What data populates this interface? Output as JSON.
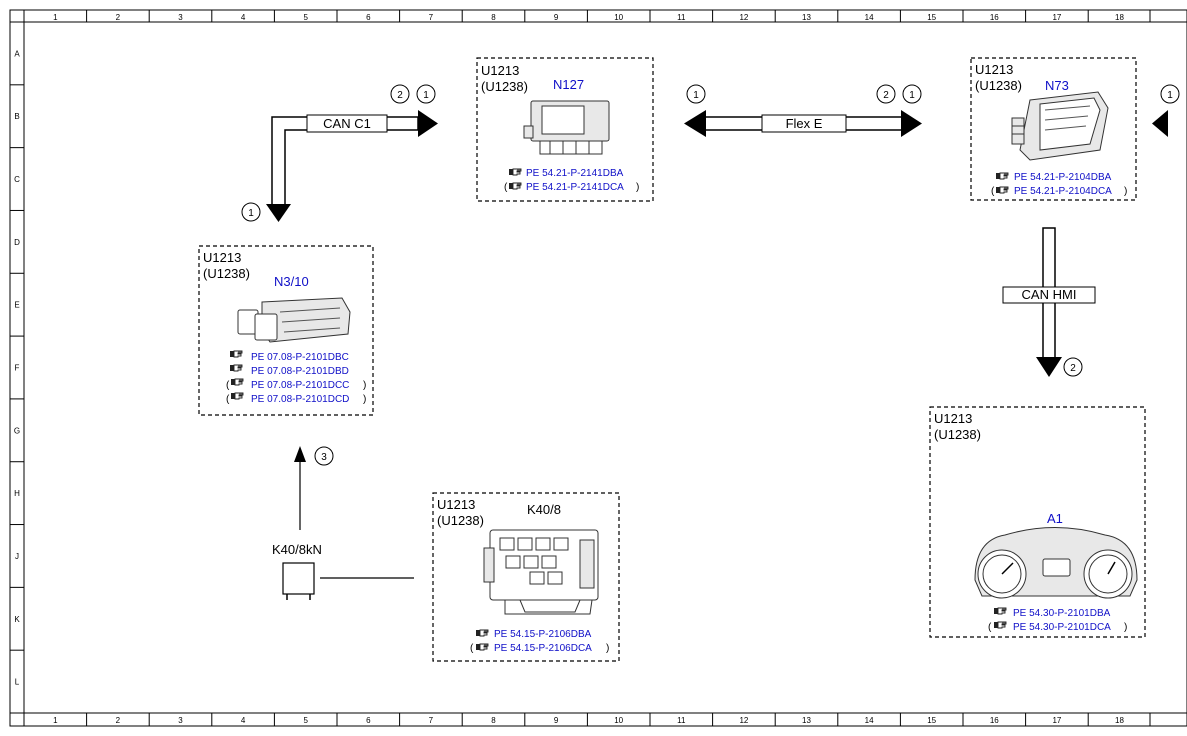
{
  "grid": {
    "columns": [
      "1",
      "2",
      "3",
      "4",
      "5",
      "6",
      "7",
      "8",
      "9",
      "10",
      "11",
      "12",
      "13",
      "14",
      "15",
      "16",
      "17",
      "18"
    ],
    "rows": [
      "A",
      "B",
      "C",
      "D",
      "E",
      "F",
      "G",
      "H",
      "J",
      "K",
      "L"
    ]
  },
  "colors": {
    "reference_blue": "#1010c8",
    "line": "#000000"
  },
  "components": {
    "n127": {
      "codes": [
        "U1213",
        "(U1238)"
      ],
      "name": "N127",
      "refs": [
        {
          "pre": "",
          "text": "PE 54.21-P-2141DBA",
          "post": ""
        },
        {
          "pre": "(",
          "text": "PE 54.21-P-2141DCA",
          "post": ")"
        }
      ],
      "icon": "control-unit-icon"
    },
    "n73": {
      "codes": [
        "U1213",
        "(U1238)"
      ],
      "name": "N73",
      "refs": [
        {
          "pre": "",
          "text": "PE 54.21-P-2104DBA",
          "post": ""
        },
        {
          "pre": "(",
          "text": "PE 54.21-P-2104DCA",
          "post": ")"
        }
      ],
      "icon": "ignition-switch-module-icon"
    },
    "n3_10": {
      "codes": [
        "U1213",
        "(U1238)"
      ],
      "name": "N3/10",
      "refs": [
        {
          "pre": "",
          "text": "PE 07.08-P-2101DBC",
          "post": ""
        },
        {
          "pre": "",
          "text": "PE 07.08-P-2101DBD",
          "post": ""
        },
        {
          "pre": "(",
          "text": "PE 07.08-P-2101DCC",
          "post": ")"
        },
        {
          "pre": "(",
          "text": "PE 07.08-P-2101DCD",
          "post": ")"
        }
      ],
      "icon": "engine-control-unit-icon"
    },
    "k40_8": {
      "codes": [
        "U1213",
        "(U1238)"
      ],
      "name": "K40/8",
      "refs": [
        {
          "pre": "",
          "text": "PE 54.15-P-2106DBA",
          "post": ""
        },
        {
          "pre": "(",
          "text": "PE 54.15-P-2106DCA",
          "post": ")"
        }
      ],
      "icon": "fuse-relay-box-icon"
    },
    "a1": {
      "codes": [
        "U1213",
        "(U1238)"
      ],
      "name": "A1",
      "refs": [
        {
          "pre": "",
          "text": "PE 54.30-P-2101DBA",
          "post": ""
        },
        {
          "pre": "(",
          "text": "PE 54.30-P-2101DCA",
          "post": ")"
        }
      ],
      "icon": "instrument-cluster-icon"
    }
  },
  "relay": {
    "name": "K40/8kN",
    "icon": "relay-icon"
  },
  "buses": {
    "can_c1": "CAN C1",
    "flex_e": "Flex E",
    "can_hmi": "CAN HMI"
  },
  "markers": {
    "can_c1_top": [
      "2",
      "1"
    ],
    "can_c1_bottom": "1",
    "flex_left": "1",
    "flex_right": [
      "2",
      "1"
    ],
    "right_edge": "1",
    "can_hmi": "2",
    "relay_signal": "3"
  },
  "ref_icon": "pointing-hand-icon"
}
